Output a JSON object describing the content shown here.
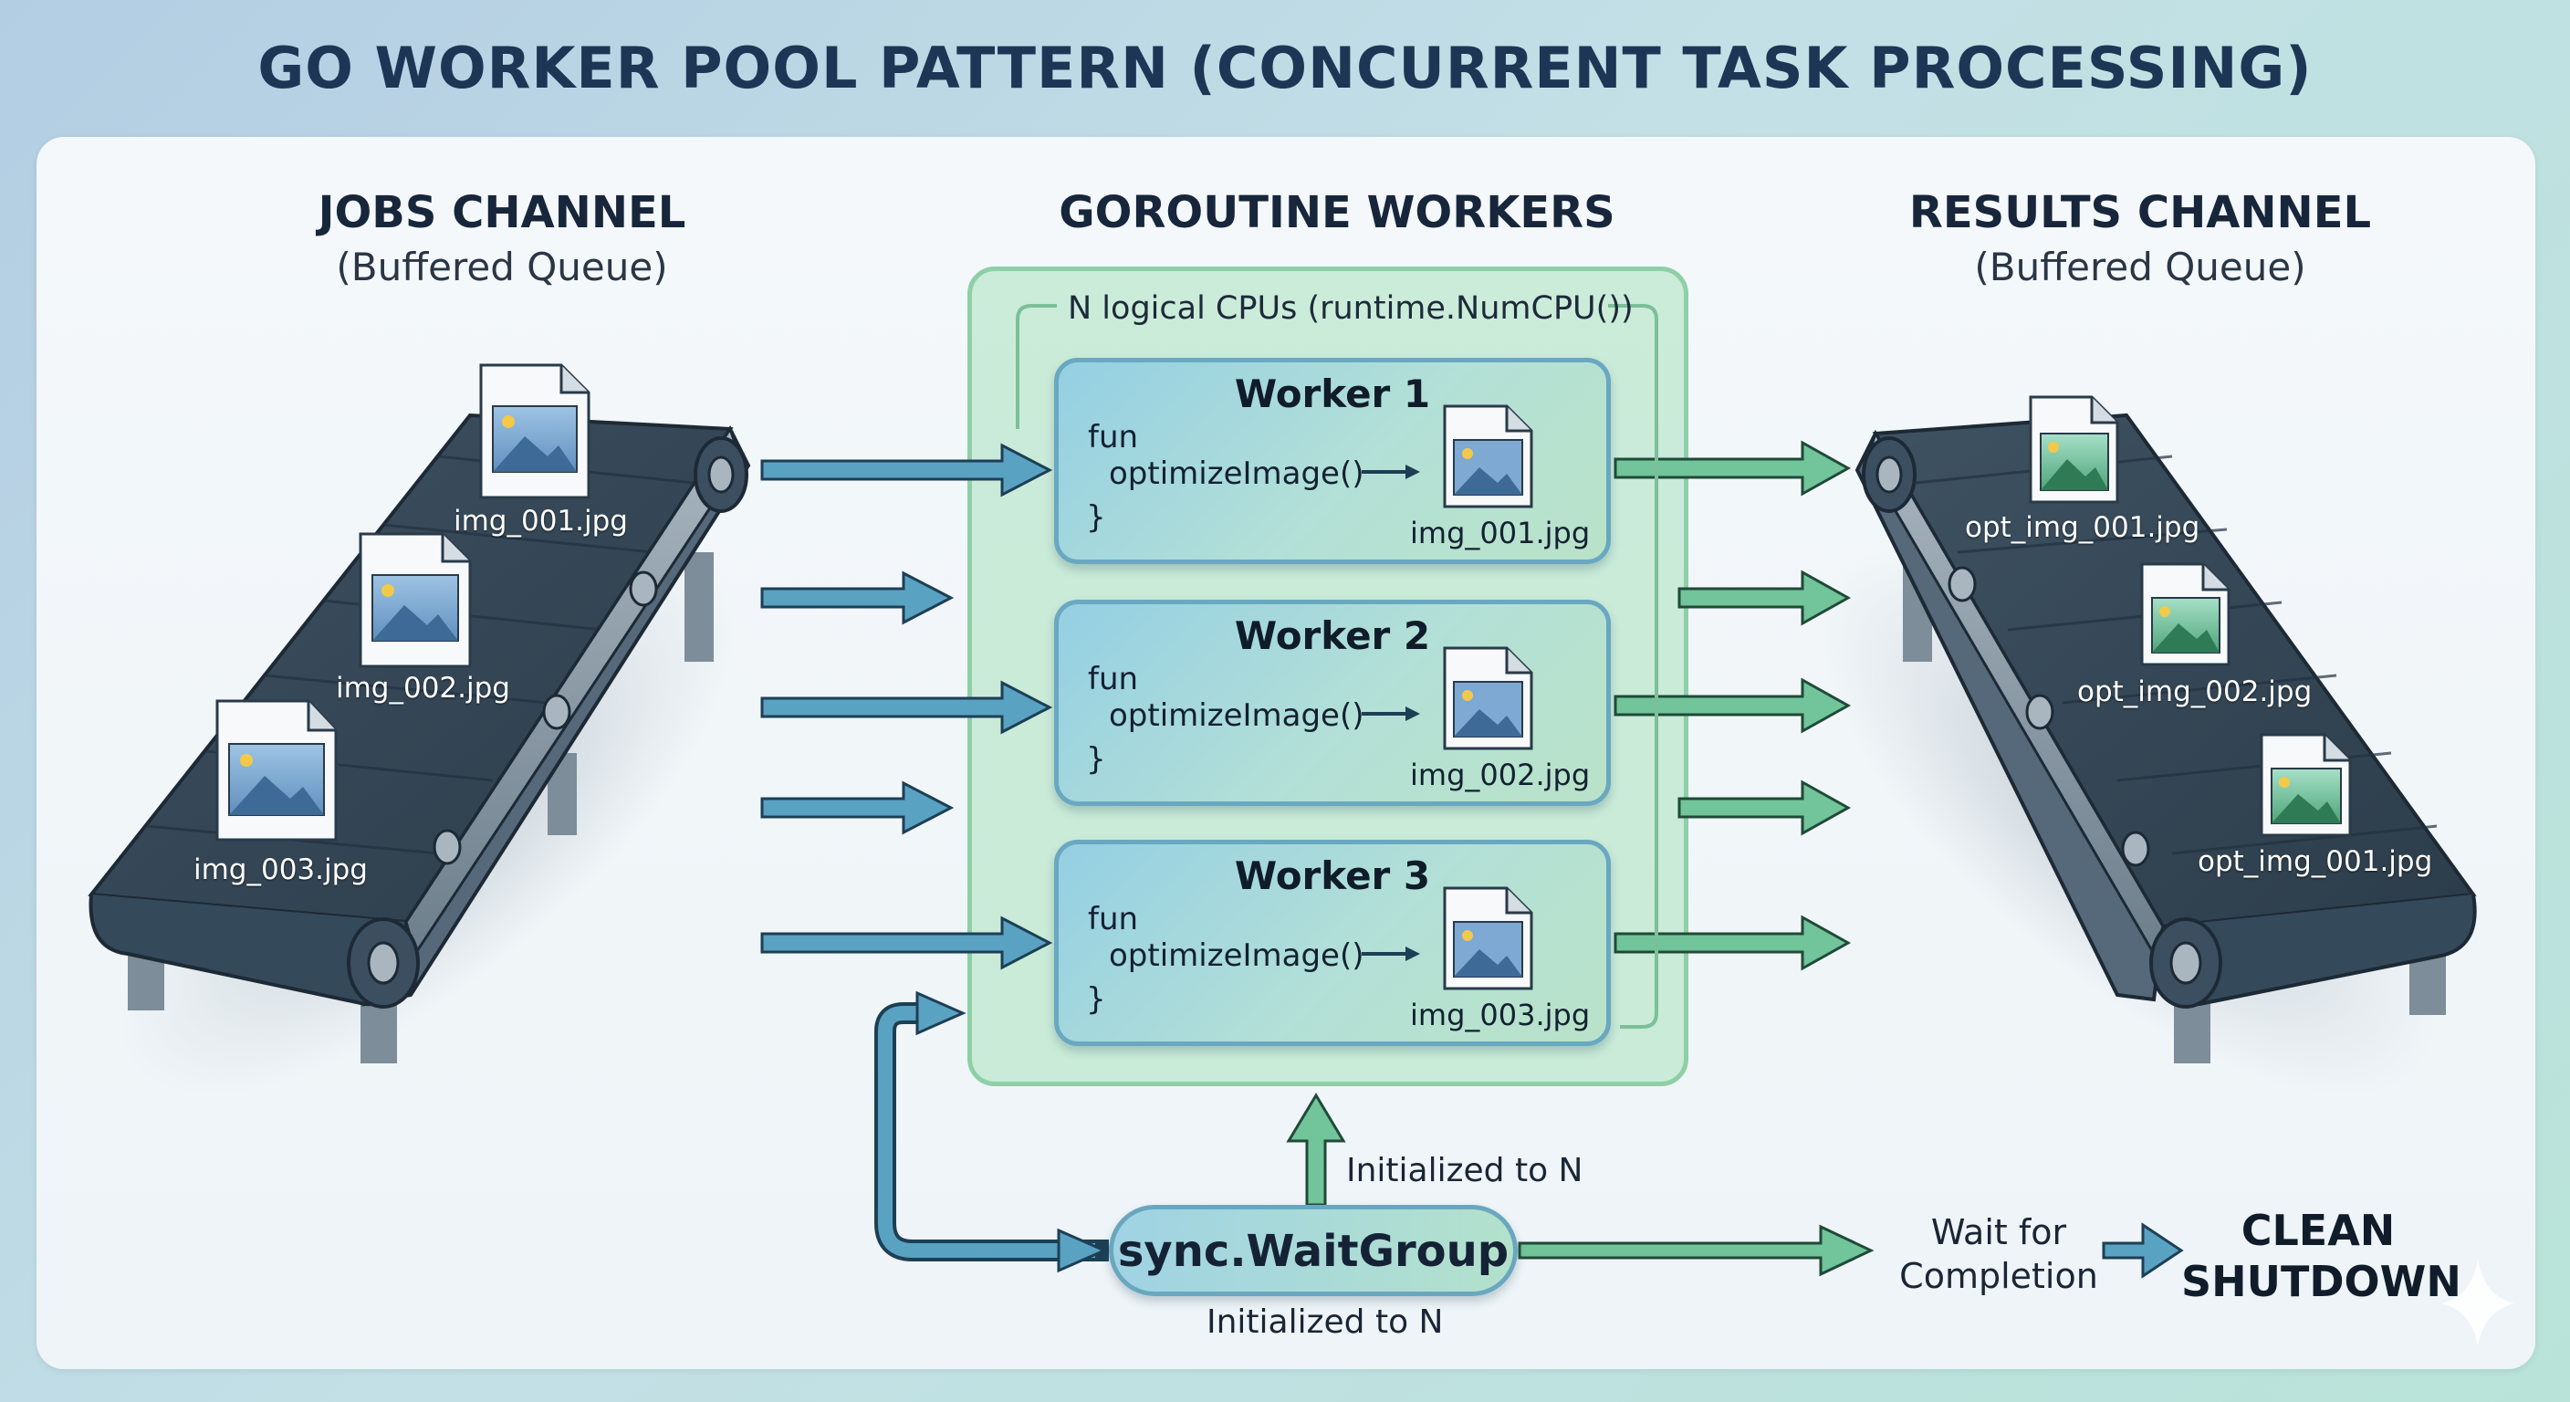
{
  "title": "GO WORKER POOL PATTERN (CONCURRENT TASK PROCESSING)",
  "jobs": {
    "heading": "JOBS CHANNEL",
    "subheading": "(Buffered Queue)",
    "files": [
      "img_001.jpg",
      "img_002.jpg",
      "img_003.jpg"
    ]
  },
  "workers": {
    "heading": "GOROUTINE WORKERS",
    "cpu_label": "N logical CPUs (runtime.NumCPU())",
    "items": [
      {
        "title": "Worker 1",
        "code_kw": "fun",
        "code_fn": "optimizeImage()",
        "code_end": "}",
        "file": "img_001.jpg"
      },
      {
        "title": "Worker 2",
        "code_kw": "fun",
        "code_fn": "optimizeImage()",
        "code_end": "}",
        "file": "img_002.jpg"
      },
      {
        "title": "Worker 3",
        "code_kw": "fun",
        "code_fn": "optimizeImage()",
        "code_end": "}",
        "file": "img_003.jpg"
      }
    ]
  },
  "results": {
    "heading": "RESULTS CHANNEL",
    "subheading": "(Buffered Queue)",
    "files": [
      "opt_img_001.jpg",
      "opt_img_002.jpg",
      "opt_img_001.jpg"
    ]
  },
  "waitgroup": {
    "label": "sync.WaitGroup",
    "init_top": "Initialized to N",
    "init_bottom": "Initialized to N",
    "wait_line1": "Wait for",
    "wait_line2": "Completion",
    "clean_line1": "CLEAN",
    "clean_line2": "SHUTDOWN"
  },
  "icons": {
    "job_file": "image-file-icon",
    "result_file": "optimized-image-file-icon",
    "conveyor": "conveyor-belt-icon",
    "arrow": "arrow-right-icon"
  },
  "colors": {
    "job_arrow": "#5aa2c2",
    "result_arrow": "#72c49a",
    "pool_fill": "#bfe6cc",
    "title": "#1d3655"
  }
}
